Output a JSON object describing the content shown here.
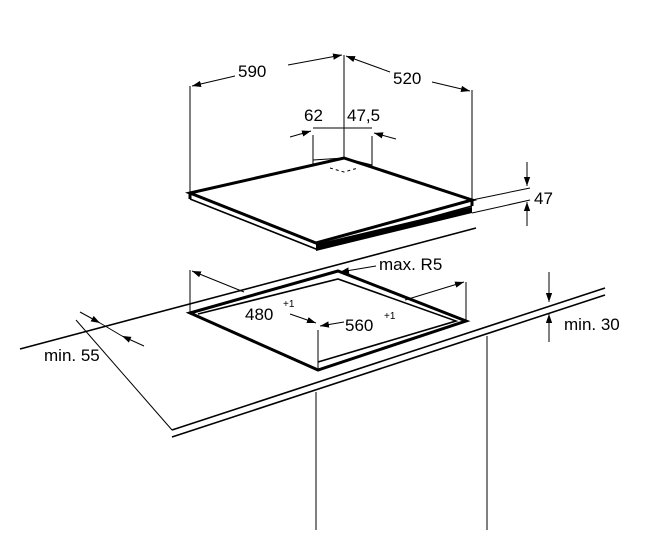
{
  "dimensions": {
    "width": "590",
    "depth": "520",
    "offset_left": "62",
    "offset_right": "47,5",
    "height": "47",
    "cutout_depth": "480",
    "cutout_depth_tol": "+1",
    "cutout_width": "560",
    "cutout_width_tol": "+1",
    "corner_radius": "max. R5",
    "front_clearance": "min. 55",
    "wall_clearance": "min. 30"
  }
}
